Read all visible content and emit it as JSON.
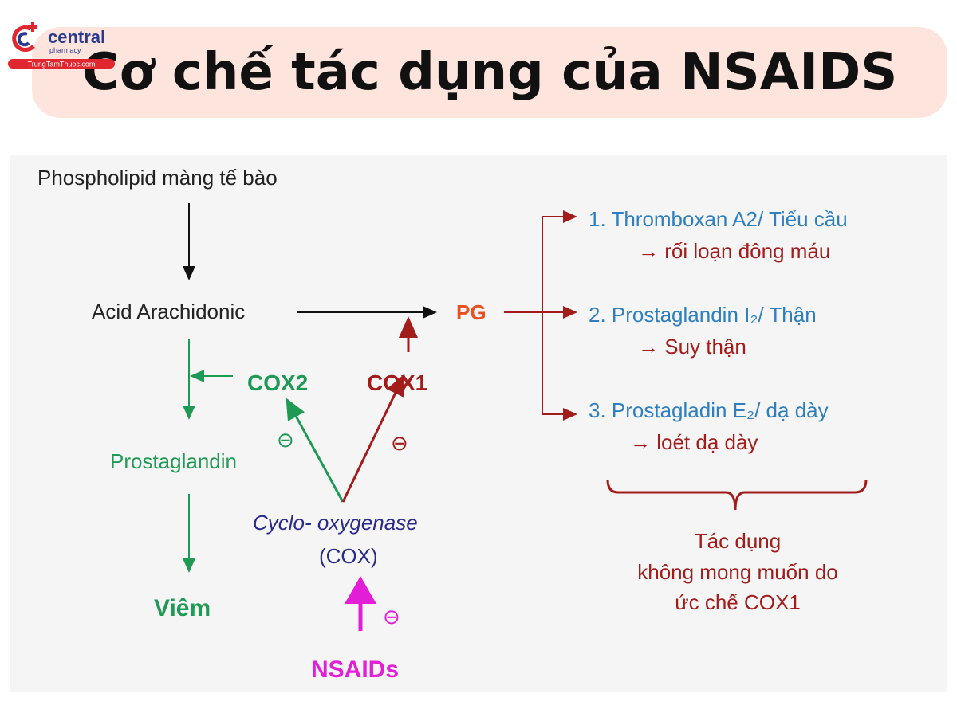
{
  "logo": {
    "brand": "central",
    "sub": "pharmacy",
    "site": "TrungTamThuoc.com"
  },
  "title": "Cơ chế tác dụng của NSAIDS",
  "diagram": {
    "phospholipid": "Phospholipid màng tế bào",
    "acid": "Acid Arachidonic",
    "pg": "PG",
    "cox2": "COX2",
    "cox1": "COX1",
    "prostaglandin": "Prostaglandin",
    "viem": "Viêm",
    "cyclo": "Cyclo- oxygenase",
    "cox": "(COX)",
    "nsaids": "NSAIDs",
    "inhibit": "⊖",
    "effects": [
      {
        "label": "1. Thromboxan A2/ Tiểu cầu",
        "result": "→ rối loạn đông máu"
      },
      {
        "label": "2. Prostaglandin I₂/ Thận",
        "result": "→ Suy thận"
      },
      {
        "label": "3. Prostagladin E₂/ dạ dày",
        "result": "→ loét dạ dày"
      }
    ],
    "side_effect": [
      "Tác dụng",
      "không mong muốn do",
      "ức chế COX1"
    ]
  },
  "colors": {
    "green": "#1f9a55",
    "darkred": "#a31c1c",
    "pg": "#e8501f",
    "blue": "#2f7fc0",
    "purple": "#2a2a8c",
    "magenta": "#e21fd6"
  }
}
